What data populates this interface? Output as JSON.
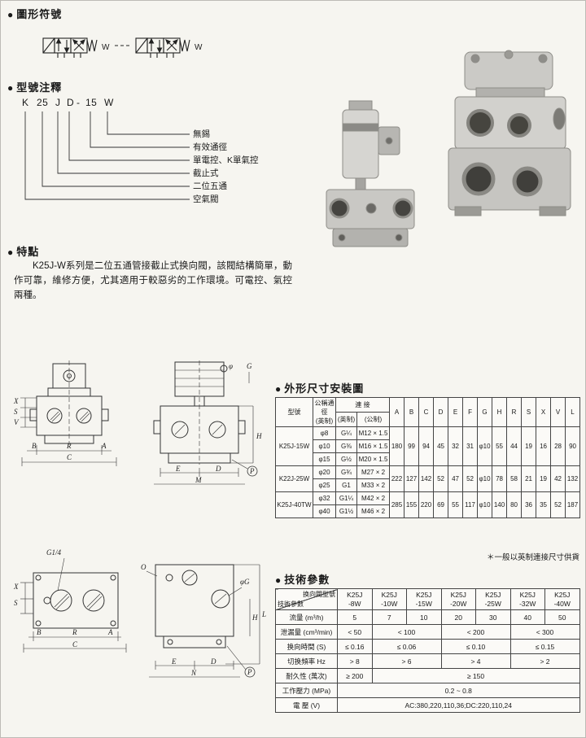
{
  "sections": {
    "bullet": "●",
    "symbols_title": "圖形符號",
    "model_title": "型號注釋",
    "features_title": "特點",
    "dimensions_title": "外形尺寸安裝圖",
    "params_title": "技術參數"
  },
  "symbols": {
    "label1": "W",
    "label2": "W"
  },
  "model_annotation": {
    "code_parts": [
      "K",
      "25",
      "J",
      "D",
      "-",
      "15",
      "W"
    ],
    "labels": [
      "無錫",
      "有效通徑",
      "單電控、K單氣控",
      "截止式",
      "二位五通",
      "空氣閥"
    ]
  },
  "features": {
    "text": "K25J-W系列是二位五通管接截止式换向閥，該閥結構簡單，動作可靠，維修方便，尤其適用于較惡劣的工作環境。可電控、氣控兩種。"
  },
  "dimension_table": {
    "header": {
      "model": "型號",
      "bore": "公稱通徑",
      "bore_sub": "(英制)",
      "connection": "連  接",
      "conn_imperial": "(英制)",
      "conn_metric": "(公制)",
      "dims": [
        "A",
        "B",
        "C",
        "D",
        "E",
        "F",
        "G",
        "H",
        "R",
        "S",
        "X",
        "V",
        "L"
      ]
    },
    "groups": [
      {
        "model": "K25J-15W",
        "rows": [
          {
            "bore": "φ8",
            "imperial": "G¼",
            "metric": "M12 × 1.5"
          },
          {
            "bore": "φ10",
            "imperial": "G⅜",
            "metric": "M16 × 1.5"
          },
          {
            "bore": "φ15",
            "imperial": "G½",
            "metric": "M20 × 1.5"
          }
        ],
        "values": [
          "180",
          "99",
          "94",
          "45",
          "32",
          "31",
          "φ10",
          "55",
          "44",
          "19",
          "16",
          "28",
          "90"
        ]
      },
      {
        "model": "K22J-25W",
        "rows": [
          {
            "bore": "φ20",
            "imperial": "G¾",
            "metric": "M27 × 2"
          },
          {
            "bore": "φ25",
            "imperial": "G1",
            "metric": "M33 × 2"
          }
        ],
        "values": [
          "222",
          "127",
          "142",
          "52",
          "47",
          "52",
          "φ10",
          "78",
          "58",
          "21",
          "19",
          "42",
          "132"
        ]
      },
      {
        "model": "K25J-40TW",
        "rows": [
          {
            "bore": "φ32",
            "imperial": "G1¼",
            "metric": "M42 × 2"
          },
          {
            "bore": "φ40",
            "imperial": "G1½",
            "metric": "M46 × 2"
          }
        ],
        "values": [
          "285",
          "155",
          "220",
          "69",
          "55",
          "117",
          "φ10",
          "140",
          "80",
          "36",
          "35",
          "52",
          "187"
        ]
      }
    ],
    "note": "＊一般以英制連接尺寸供貨"
  },
  "params_table": {
    "corner_top": "换向閥型號",
    "corner_bottom": "技術參數",
    "models": [
      [
        "K25J",
        "-8W"
      ],
      [
        "K25J",
        "-10W"
      ],
      [
        "K25J",
        "-15W"
      ],
      [
        "K25J",
        "-20W"
      ],
      [
        "K25J",
        "-25W"
      ],
      [
        "K25J",
        "-32W"
      ],
      [
        "K25J",
        "-40W"
      ]
    ],
    "rows": [
      {
        "label": "流量 (m³/h)",
        "cells": [
          {
            "text": "5",
            "span": 1
          },
          {
            "text": "7",
            "span": 1
          },
          {
            "text": "10",
            "span": 1
          },
          {
            "text": "20",
            "span": 1
          },
          {
            "text": "30",
            "span": 1
          },
          {
            "text": "40",
            "span": 1
          },
          {
            "text": "50",
            "span": 1
          }
        ]
      },
      {
        "label": "泄漏量 (cm³/min)",
        "cells": [
          {
            "text": "< 50",
            "span": 1
          },
          {
            "text": "< 100",
            "span": 2
          },
          {
            "text": "< 200",
            "span": 2
          },
          {
            "text": "< 300",
            "span": 2
          }
        ]
      },
      {
        "label": "换向時間 (S)",
        "cells": [
          {
            "text": "≤ 0.16",
            "span": 1
          },
          {
            "text": "≤ 0.06",
            "span": 2
          },
          {
            "text": "≤ 0.10",
            "span": 2
          },
          {
            "text": "≤ 0.15",
            "span": 2
          }
        ]
      },
      {
        "label": "切换頻率 Hz",
        "cells": [
          {
            "text": "> 8",
            "span": 1
          },
          {
            "text": "> 6",
            "span": 2
          },
          {
            "text": "> 4",
            "span": 2
          },
          {
            "text": "> 2",
            "span": 2
          }
        ]
      },
      {
        "label": "耐久性 (萬次)",
        "cells": [
          {
            "text": "≥ 200",
            "span": 1
          },
          {
            "text": "≥ 150",
            "span": 6
          }
        ]
      },
      {
        "label": "工作壓力 (MPa)",
        "cells": [
          {
            "text": "0.2 ~ 0.8",
            "span": 7
          }
        ]
      },
      {
        "label": "電  壓 (V)",
        "cells": [
          {
            "text": "AC:380,220,110,36;DC:220,110,24",
            "span": 7
          }
        ]
      }
    ]
  },
  "drawings": {
    "fig1_labels": [
      "X",
      "S",
      "V",
      "B",
      "R",
      "A",
      "C",
      "φ",
      "G",
      "H",
      "P",
      "E",
      "D",
      "M"
    ],
    "fig2_labels": [
      "G1/4",
      "X",
      "S",
      "B",
      "R",
      "A",
      "C",
      "O",
      "φG",
      "L",
      "H",
      "P",
      "E",
      "D",
      "N"
    ]
  }
}
